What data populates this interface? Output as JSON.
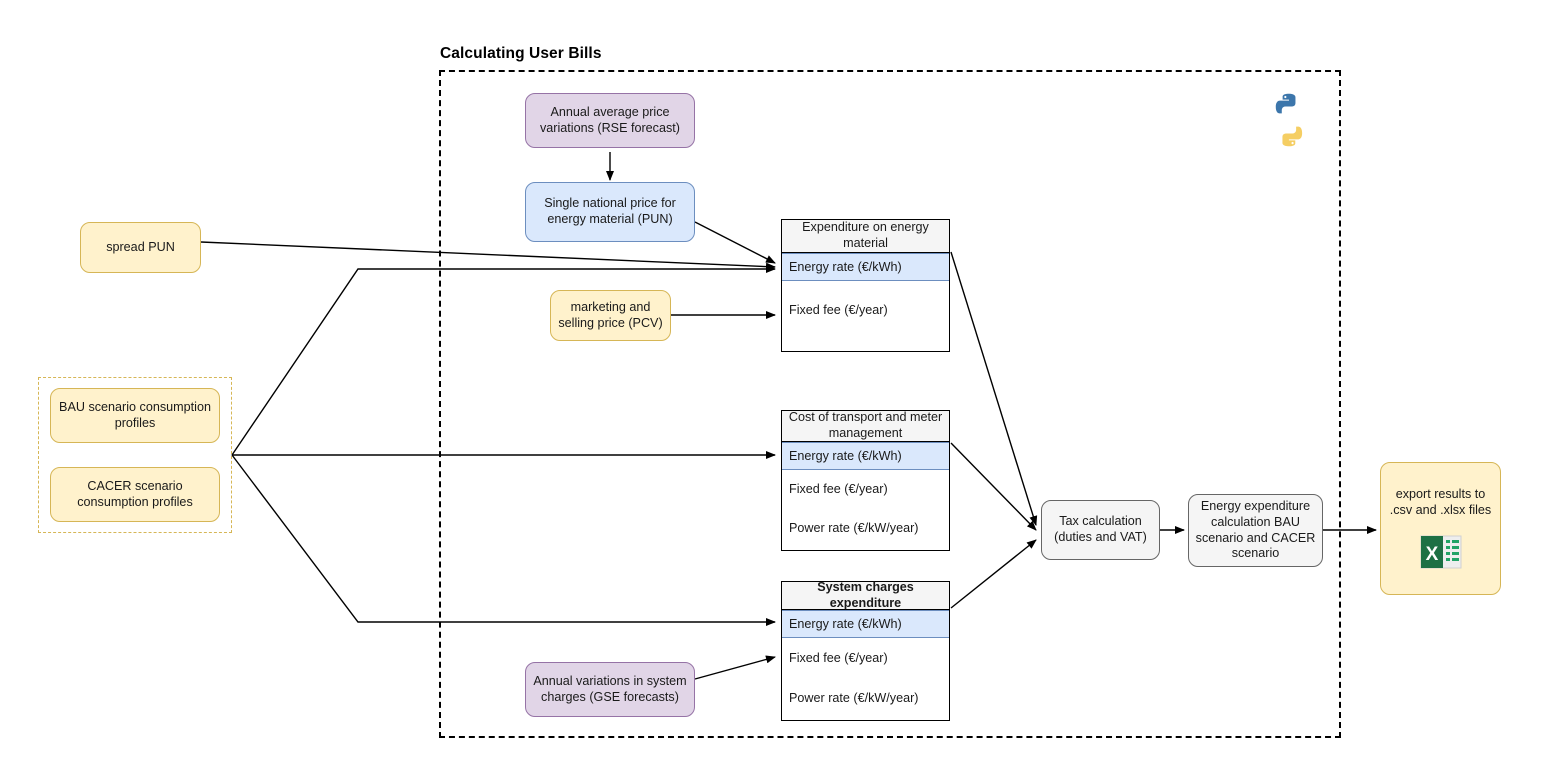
{
  "title": "Calculating User Bills",
  "container": {
    "name": "calculating-user-bills-boundary"
  },
  "icons": {
    "python": "python-logo-icon",
    "excel": "excel-file-icon"
  },
  "inputs": {
    "spread_pun": "spread PUN",
    "bau": "BAU scenario consumption profiles",
    "cacer": "CACER scenario consumption profiles",
    "rse": "Annual average price variations (RSE forecast)",
    "pun": "Single national price for energy material (PUN)",
    "pcv": "marketing and selling price (PCV)",
    "gse": "Annual variations in system charges (GSE forecasts)"
  },
  "tables": [
    {
      "header": "Expenditure on energy material",
      "rows": [
        {
          "label": "Energy rate (€/kWh)",
          "highlighted": true
        },
        {
          "label": "Fixed fee (€/year)",
          "highlighted": false
        }
      ]
    },
    {
      "header": "Cost of transport and meter management",
      "rows": [
        {
          "label": "Energy rate (€/kWh)",
          "highlighted": true
        },
        {
          "label": "Fixed fee (€/year)",
          "highlighted": false
        },
        {
          "label": "Power rate (€/kW/year)",
          "highlighted": false
        }
      ]
    },
    {
      "header": "System charges expenditure",
      "rows": [
        {
          "label": "Energy rate (€/kWh)",
          "highlighted": true
        },
        {
          "label": "Fixed fee (€/year)",
          "highlighted": false
        },
        {
          "label": "Power rate (€/kW/year)",
          "highlighted": false
        }
      ]
    }
  ],
  "process": {
    "tax": "Tax calculation (duties and VAT)",
    "energy_calc": "Energy expenditure calculation BAU scenario and CACER scenario",
    "export": "export results to .csv and .xlsx files"
  },
  "colors": {
    "yellow_fill": "#fff2cc",
    "yellow_stroke": "#d6b656",
    "purple_fill": "#e1d5e7",
    "purple_stroke": "#9673a6",
    "blue_fill": "#dae8fc",
    "blue_stroke": "#6c8ebf",
    "grey_fill": "#f5f5f5",
    "grey_stroke": "#666666",
    "edge": "#000000"
  }
}
